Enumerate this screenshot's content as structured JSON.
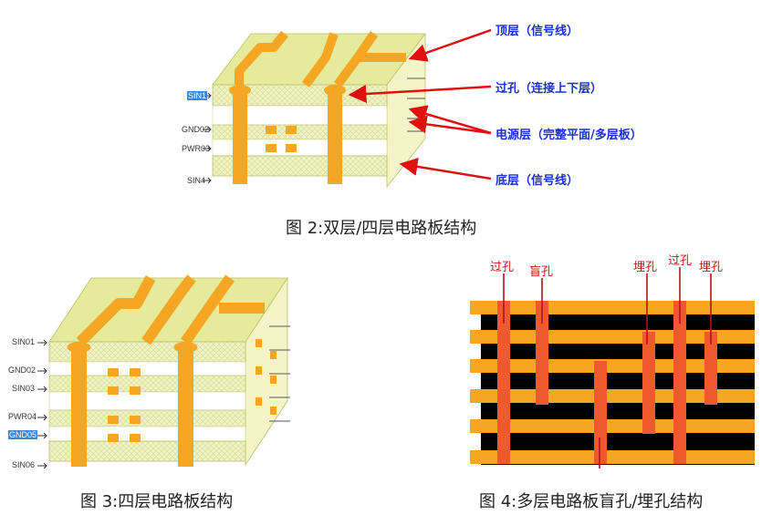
{
  "figure2": {
    "caption": "图 2:双层/四层电路板结构",
    "layers": [
      "SIN1",
      "GND02",
      "PWR03",
      "SIN4"
    ],
    "annotations": [
      "顶层（信号线）",
      "过孔（连接上下层）",
      "电源层（完整平面/多层板）",
      "底层（信号线）"
    ]
  },
  "figure3": {
    "caption": "图 3:四层电路板结构",
    "layers": [
      "SIN01",
      "GND02",
      "SIN03",
      "PWR04",
      "GND05",
      "SIN06"
    ]
  },
  "figure4": {
    "caption": "图 4:多层电路板盲孔/埋孔结构",
    "labels": [
      "过孔",
      "盲孔",
      "埋孔",
      "过孔",
      "埋孔"
    ]
  },
  "colors": {
    "copper": "#f5a623",
    "copper_dark": "#d9881a",
    "substrate": "#f3f5c8",
    "top_face": "#e5eb9a",
    "arrow_red": "#e11010",
    "annotation_blue": "#1a2fd0"
  }
}
